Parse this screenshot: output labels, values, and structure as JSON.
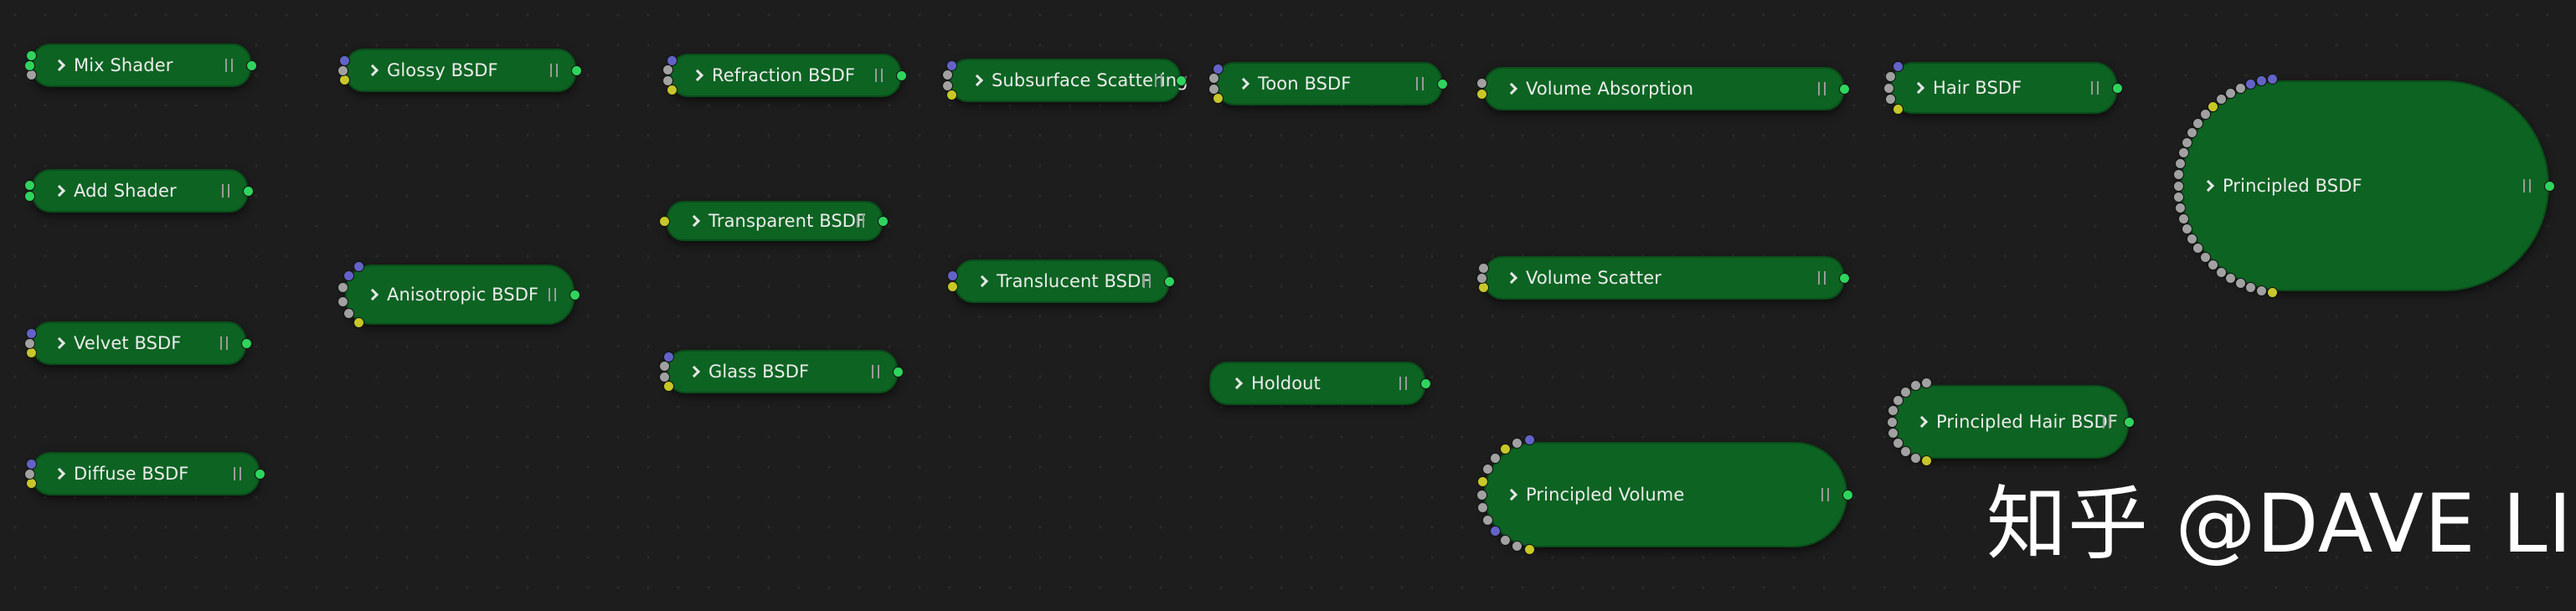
{
  "nodes": [
    {
      "id": "mix-shader",
      "label": "Mix Shader",
      "inputs": [
        "grey",
        "green",
        "green"
      ],
      "output": "green"
    },
    {
      "id": "add-shader",
      "label": "Add Shader",
      "inputs": [
        "green",
        "green"
      ],
      "output": "green"
    },
    {
      "id": "velvet-bsdf",
      "label": "Velvet BSDF",
      "inputs": [
        "yellow",
        "grey",
        "blue"
      ],
      "output": "green"
    },
    {
      "id": "diffuse-bsdf",
      "label": "Diffuse BSDF",
      "inputs": [
        "yellow",
        "grey",
        "blue"
      ],
      "output": "green"
    },
    {
      "id": "glossy-bsdf",
      "label": "Glossy BSDF",
      "inputs": [
        "yellow",
        "grey",
        "blue"
      ],
      "output": "green"
    },
    {
      "id": "anisotropic-bsdf",
      "label": "Anisotropic BSDF",
      "inputs": [
        "yellow",
        "grey",
        "grey",
        "grey",
        "blue",
        "blue"
      ],
      "output": "green"
    },
    {
      "id": "refraction-bsdf",
      "label": "Refraction BSDF",
      "inputs": [
        "yellow",
        "grey",
        "grey",
        "blue"
      ],
      "output": "green"
    },
    {
      "id": "transparent-bsdf",
      "label": "Transparent BSDF",
      "inputs": [
        "yellow"
      ],
      "output": "green"
    },
    {
      "id": "glass-bsdf",
      "label": "Glass BSDF",
      "inputs": [
        "yellow",
        "grey",
        "grey",
        "blue"
      ],
      "output": "green"
    },
    {
      "id": "subsurface-scattering",
      "label": "Subsurface Scattering",
      "inputs": [
        "yellow",
        "grey",
        "grey",
        "blue"
      ],
      "output": "green"
    },
    {
      "id": "translucent-bsdf",
      "label": "Translucent BSDF",
      "inputs": [
        "yellow",
        "blue"
      ],
      "output": "green"
    },
    {
      "id": "toon-bsdf",
      "label": "Toon BSDF",
      "inputs": [
        "yellow",
        "grey",
        "grey",
        "blue"
      ],
      "output": "green"
    },
    {
      "id": "holdout",
      "label": "Holdout",
      "inputs": [],
      "output": "green"
    },
    {
      "id": "volume-absorption",
      "label": "Volume Absorption",
      "inputs": [
        "yellow",
        "grey"
      ],
      "output": "green"
    },
    {
      "id": "volume-scatter",
      "label": "Volume Scatter",
      "inputs": [
        "yellow",
        "grey",
        "grey"
      ],
      "output": "green"
    },
    {
      "id": "principled-volume",
      "label": "Principled Volume",
      "inputs": [
        "yellow",
        "grey",
        "grey",
        "blue",
        "grey",
        "grey",
        "grey",
        "yellow",
        "grey",
        "grey",
        "yellow",
        "grey",
        "blue"
      ],
      "output": "green"
    },
    {
      "id": "hair-bsdf",
      "label": "Hair BSDF",
      "inputs": [
        "yellow",
        "grey",
        "grey",
        "grey",
        "blue"
      ],
      "output": "green"
    },
    {
      "id": "principled-hair-bsdf",
      "label": "Principled Hair BSDF",
      "inputs": [
        "yellow",
        "grey",
        "grey",
        "grey",
        "grey",
        "grey",
        "grey",
        "grey",
        "grey",
        "grey",
        "grey"
      ],
      "output": "green"
    },
    {
      "id": "principled-bsdf",
      "label": "Principled BSDF",
      "inputs": [
        "yellow",
        "grey",
        "grey",
        "grey",
        "grey",
        "grey",
        "grey",
        "grey",
        "grey",
        "grey",
        "grey",
        "grey",
        "grey",
        "grey",
        "grey",
        "grey",
        "grey",
        "grey",
        "grey",
        "grey",
        "grey",
        "grey",
        "yellow",
        "grey",
        "grey",
        "grey",
        "blue",
        "blue",
        "blue"
      ],
      "output": "green"
    }
  ],
  "colors": {
    "background": "#1d1d1d",
    "node_fill": "#0d6322",
    "socket_yellow": "#c7c729",
    "socket_grey": "#a1a1a1",
    "socket_blue": "#6363c7",
    "socket_green": "#2fd45d"
  },
  "watermark": "知乎 @DAVE LI"
}
